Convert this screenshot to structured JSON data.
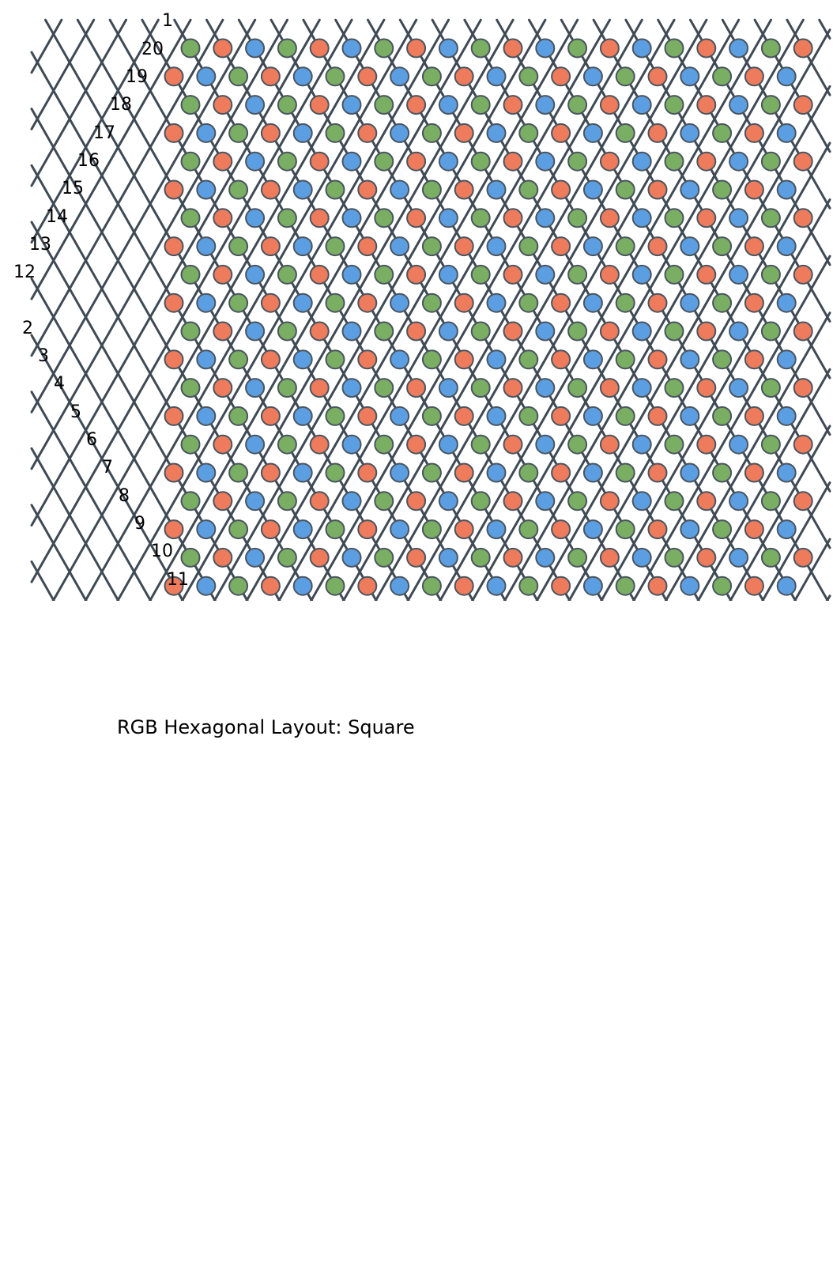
{
  "caption": "RGB Hexagonal Layout: Square",
  "colors": {
    "red": "#ee7b5b",
    "green": "#7aae62",
    "blue": "#5b9ee2",
    "line": "#3f4a55",
    "node_outline": "#4a5560"
  },
  "lattice": {
    "rows": 20,
    "nodes_per_row": 20,
    "color_cycle": [
      "green",
      "red",
      "blue"
    ]
  },
  "row_labels": [
    "1",
    "20",
    "19",
    "18",
    "17",
    "16",
    "15",
    "14",
    "13",
    "12",
    "2",
    "3",
    "4",
    "5",
    "6",
    "7",
    "8",
    "9",
    "10",
    "11"
  ]
}
